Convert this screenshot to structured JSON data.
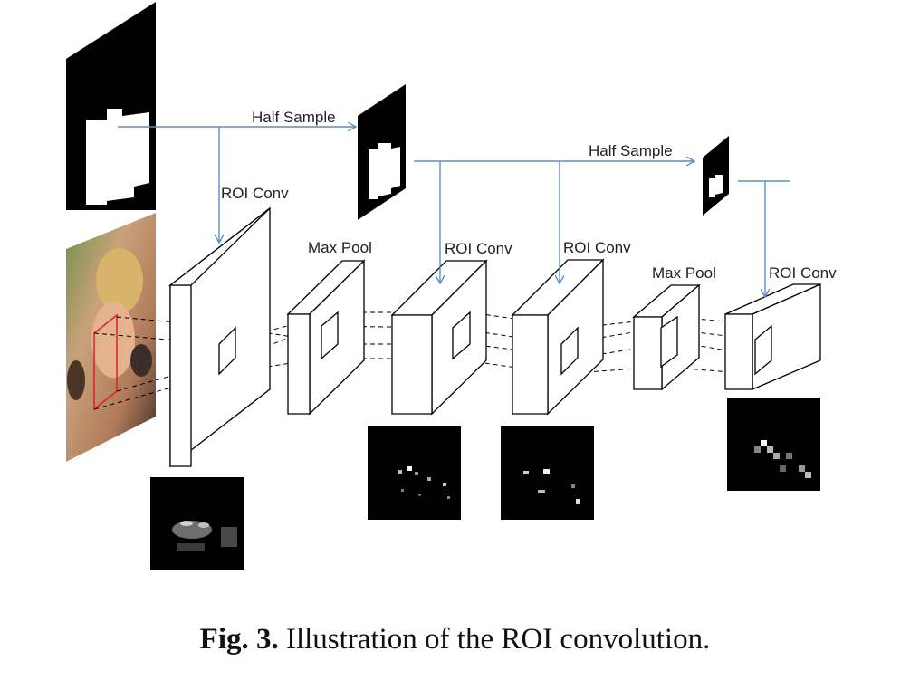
{
  "labels": {
    "half_sample_1": "Half Sample",
    "half_sample_2": "Half Sample",
    "roi_conv_1": "ROI Conv",
    "max_pool_1": "Max Pool",
    "roi_conv_2": "ROI Conv",
    "roi_conv_3": "ROI Conv",
    "max_pool_2": "Max Pool",
    "roi_conv_4": "ROI Conv"
  },
  "caption": {
    "prefix": "Fig. 3.",
    "text": "Illustration of the ROI convolution."
  },
  "colors": {
    "arrow": "#5b8fcb",
    "roi_highlight": "#e02020"
  }
}
